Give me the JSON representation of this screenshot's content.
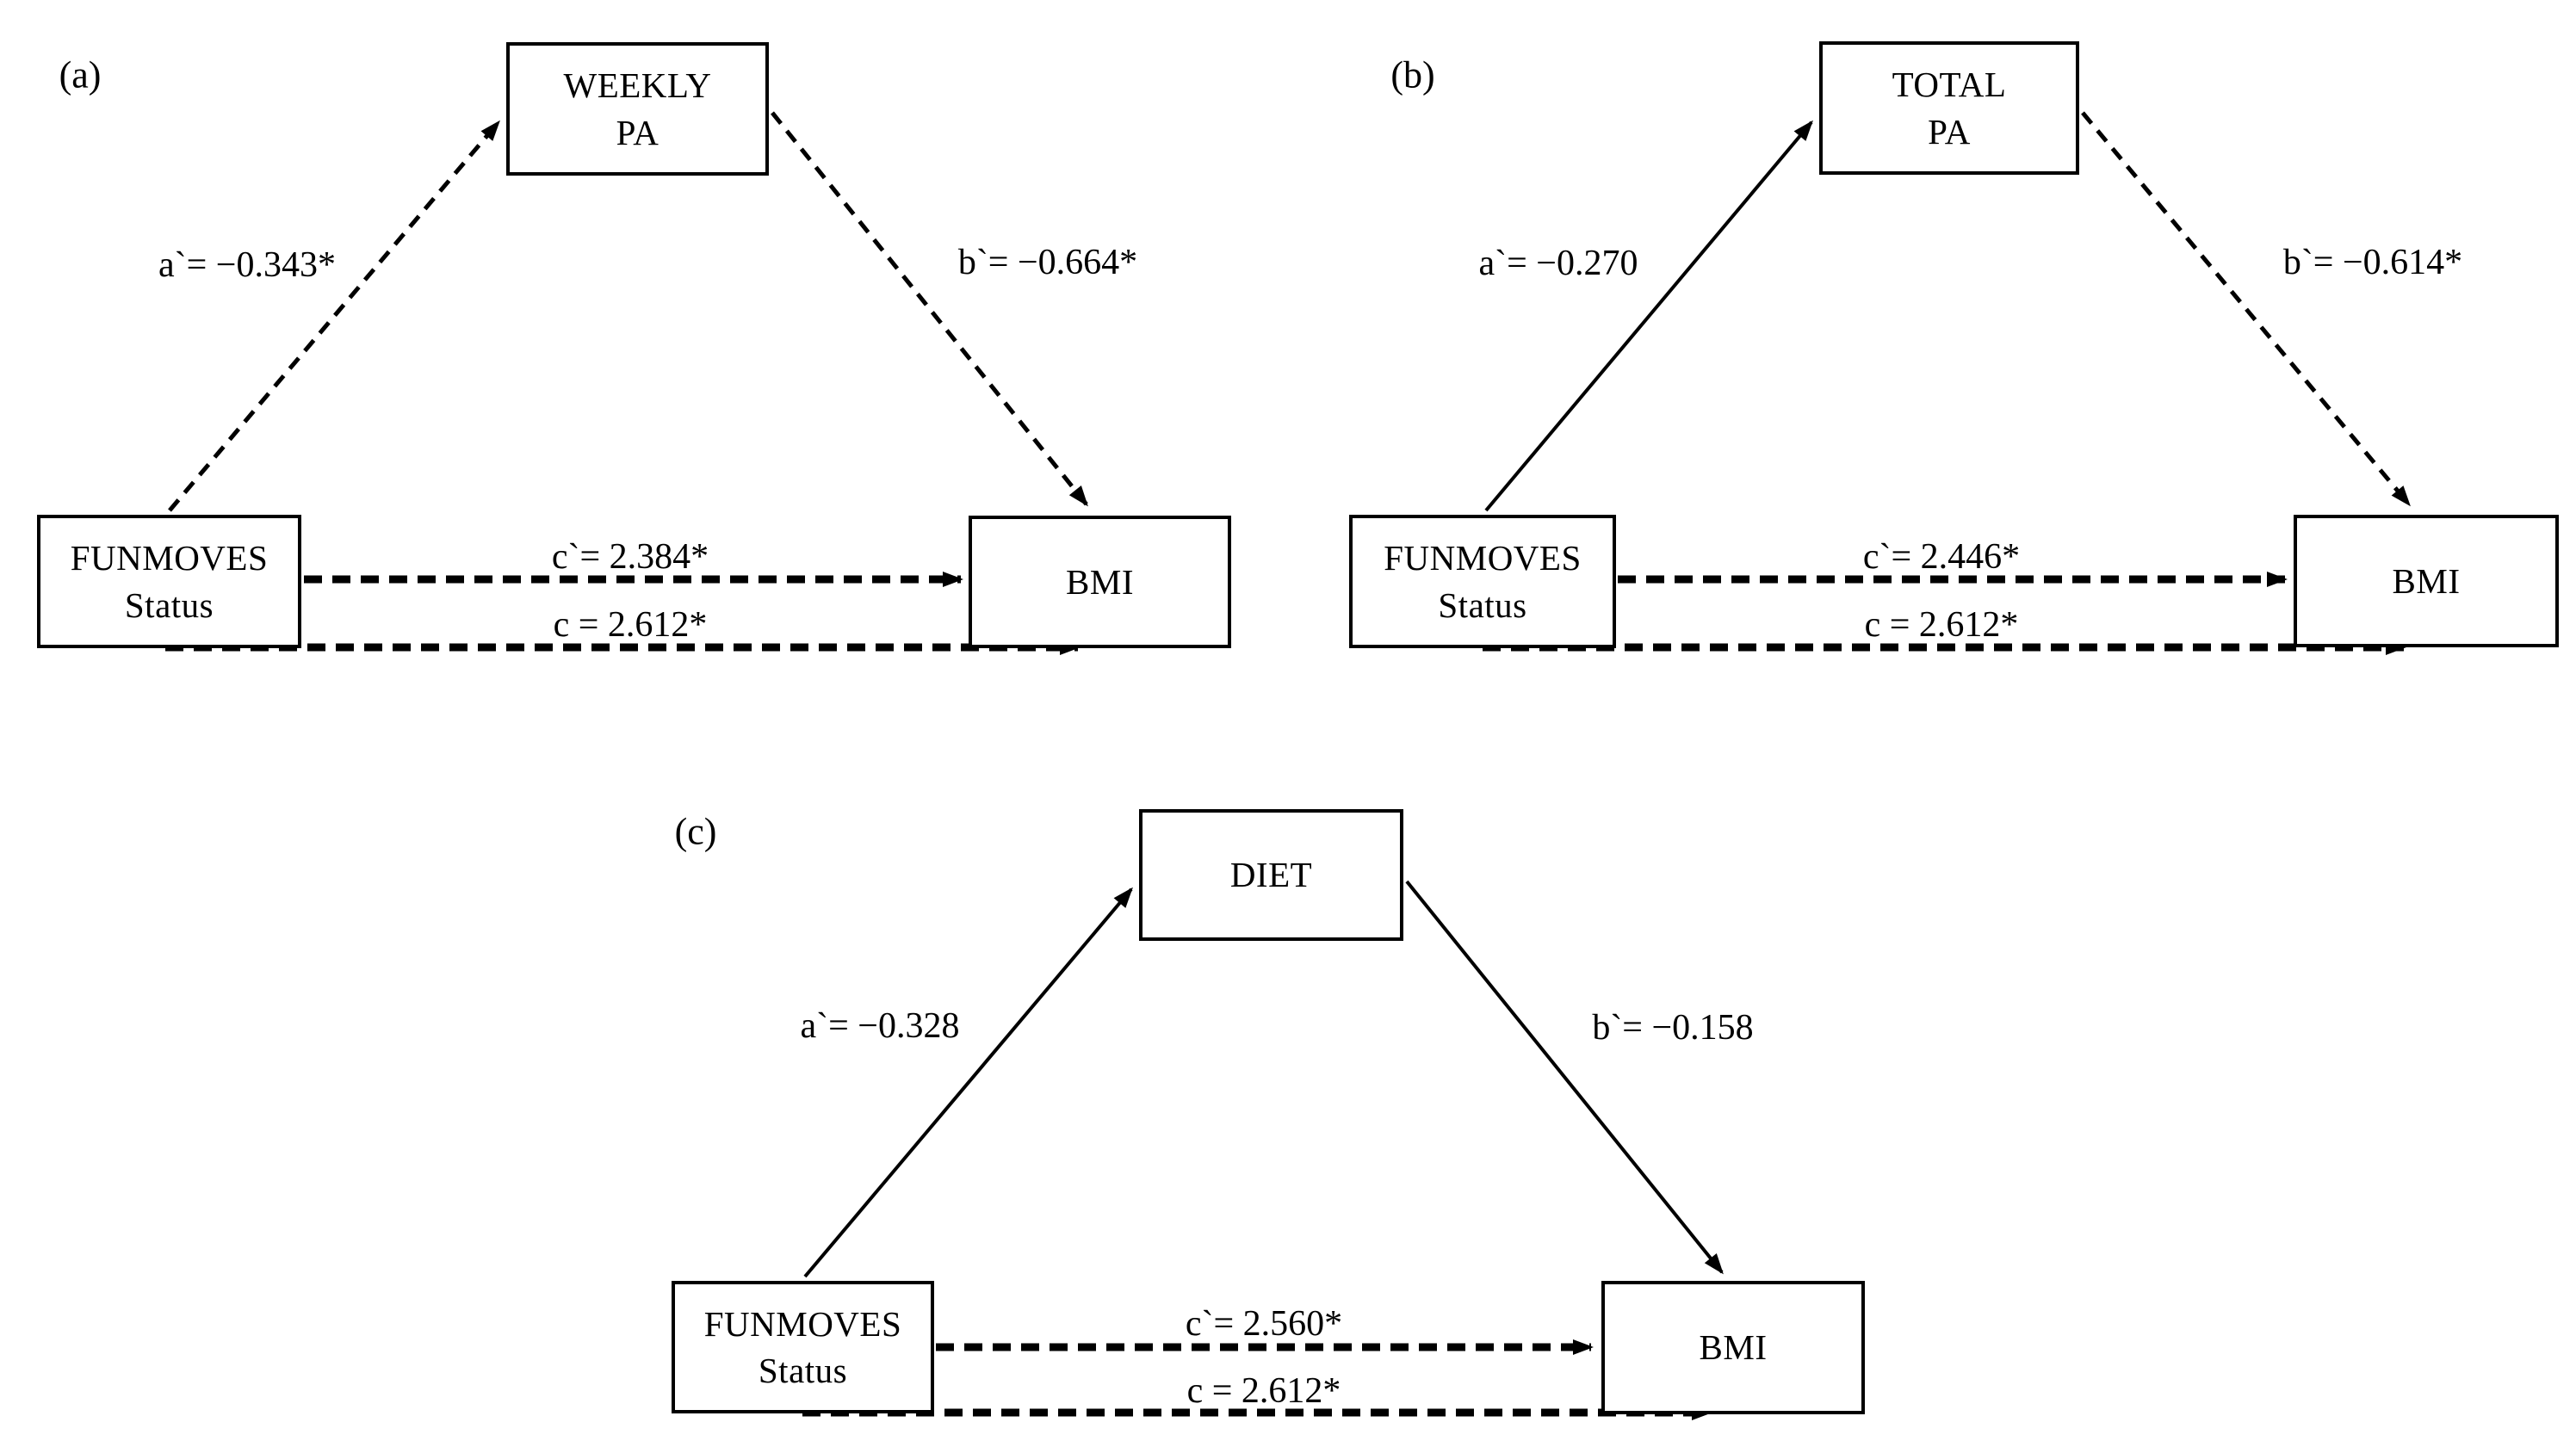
{
  "figure": {
    "background": "#ffffff",
    "line_color": "#000000",
    "panels": [
      {
        "letter": "(a)",
        "predictor": {
          "lines": [
            "FUNMOVES",
            "Status"
          ]
        },
        "mediator": {
          "lines": [
            "WEEKLY",
            "PA"
          ]
        },
        "outcome": {
          "lines": [
            "BMI"
          ]
        },
        "paths": {
          "a": {
            "label": "a`= −0.343*",
            "style": "dashed"
          },
          "b": {
            "label": "b`= −0.664*",
            "style": "dashed"
          },
          "c_prime": {
            "label": "c`= 2.384*",
            "style": "dashed"
          },
          "c": {
            "label": "c = 2.612*",
            "style": "dashed"
          }
        }
      },
      {
        "letter": "(b)",
        "predictor": {
          "lines": [
            "FUNMOVES",
            "Status"
          ]
        },
        "mediator": {
          "lines": [
            "TOTAL",
            "PA"
          ]
        },
        "outcome": {
          "lines": [
            "BMI"
          ]
        },
        "paths": {
          "a": {
            "label": "a`= −0.270",
            "style": "solid"
          },
          "b": {
            "label": "b`= −0.614*",
            "style": "dashed"
          },
          "c_prime": {
            "label": "c`= 2.446*",
            "style": "dashed"
          },
          "c": {
            "label": "c = 2.612*",
            "style": "dashed"
          }
        }
      },
      {
        "letter": "(c)",
        "predictor": {
          "lines": [
            "FUNMOVES",
            "Status"
          ]
        },
        "mediator": {
          "lines": [
            "DIET"
          ]
        },
        "outcome": {
          "lines": [
            "BMI"
          ]
        },
        "paths": {
          "a": {
            "label": "a`= −0.328",
            "style": "solid"
          },
          "b": {
            "label": "b`= −0.158",
            "style": "solid"
          },
          "c_prime": {
            "label": "c`= 2.560*",
            "style": "dashed"
          },
          "c": {
            "label": "c = 2.612*",
            "style": "dashed"
          }
        }
      }
    ]
  }
}
